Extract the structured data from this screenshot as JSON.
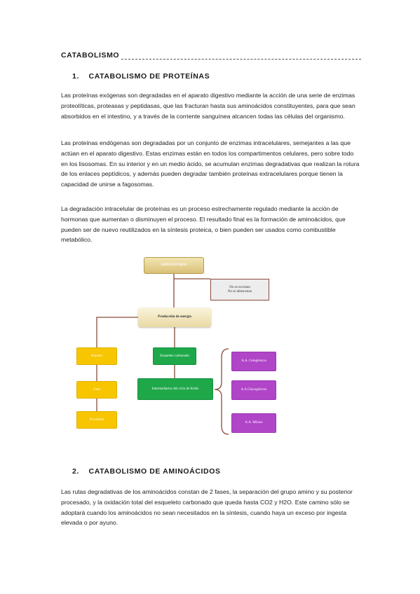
{
  "title": {
    "main": "CATABOLISMO"
  },
  "section1": {
    "number": "1.",
    "heading": "CATABOLISMO DE PROTEÍNAS",
    "paragraphs": [
      "Las proteínas exógenas son degradadas en el aparato digestivo mediante la acción de una serie de enzimas proteolíticas, proteasas y peptidasas, que las fracturan hasta sus aminoácidos constituyentes, para que sean absorbidos en el intestino, y a través de la corriente sanguínea alcancen todas las células del organismo.",
      "Las proteínas endógenas son degradadas por un conjunto de enzimas intracelulares, semejantes a las que actúan en el aparato digestivo. Estas enzimas están en todos los compartimentos celulares, pero sobre todo en los lisosomas. En su interior y en un medio ácido, se acumulan enzimas degradativas que realizan la rotura de los enlaces peptídicos, y además pueden degradar también proteínas extracelulares porque tienen la capacidad de unirse a fagosomas.",
      "La degradación intracelular de proteínas es un proceso estrechamente regulado mediante la acción de hormonas que aumentan o disminuyen el proceso. El resultado final es la formación de aminoácidos, que pueden ser de nuevo reutilizados en la síntesis proteica, o bien pueden ser usados como combustible metabólico."
    ]
  },
  "diagram": {
    "aminoacidos": "AMINOÁCIDOS",
    "no_excretan": "No se excretan\nNo se almacenan",
    "produccion": "Producción de energía",
    "amonio": "Amonio",
    "urea": "Urea",
    "excrecion": "Excreción",
    "esqueleto": "Esqueleto carbonado",
    "intermediarios": "Intermediarios del ciclo de Krebs",
    "cetogenicos": "A.A. Cetogénicos",
    "glucogenicos": "A.A Glucogénicos",
    "mixtos": "A.A. Mixtos"
  },
  "section2": {
    "number": "2.",
    "heading": "CATABOLISMO DE AMINOÁCIDOS",
    "paragraphs": [
      "Las rutas degradativas de los aminoácidos constan de 2 fases, la separación del grupo amino y su posterior procesado, y la oxidación total del esqueleto carbonado que queda hasta CO2 y H2O. Este camino sólo se adoptará cuando los aminoácidos no sean necesitados en la síntesis, cuando haya un exceso por ingesta elevada o por ayuno."
    ]
  },
  "colors": {
    "gold": "#d9c078",
    "yellow": "#f7c600",
    "green": "#1fa84a",
    "purple": "#b045c8",
    "connector": "#8a4a3a"
  }
}
